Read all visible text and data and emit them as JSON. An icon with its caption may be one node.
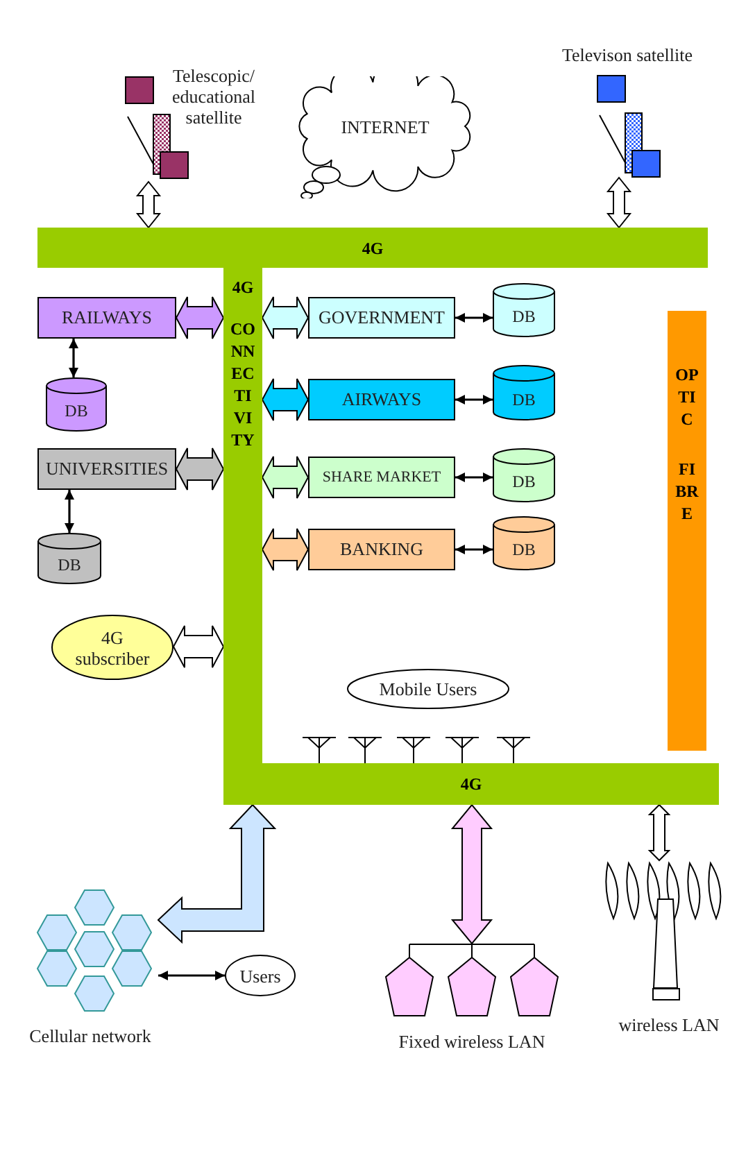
{
  "diagram": {
    "nodes": [
      {
        "text": [
          "4G"
        ]
      },
      {
        "text": [
          "4G",
          "CONNECTIVITY"
        ]
      },
      {
        "text": [
          "4G"
        ]
      },
      {
        "text": [
          "OPTIC",
          "FIBRE"
        ]
      },
      {
        "text": [],
        "shape": "picture",
        "beside": [
          "Telescopic/ educational satellite"
        ]
      },
      {
        "text": [],
        "shape": "picture",
        "beside": [
          "Televison satellite"
        ]
      },
      {
        "text": [
          "INTERNET"
        ]
      },
      {
        "text": [
          "RAILWAYS"
        ]
      },
      {
        "text": [
          "DB"
        ]
      },
      {
        "text": [
          "UNIVERSITIES"
        ]
      },
      {
        "text": [
          "DB"
        ]
      },
      {
        "text": [
          "GOVERNMENT"
        ]
      },
      {
        "text": [
          "DB"
        ]
      },
      {
        "text": [
          "AIRWAYS"
        ]
      },
      {
        "text": [
          "DB"
        ]
      },
      {
        "text": [
          "SHARE MARKET"
        ]
      },
      {
        "text": [
          "DB"
        ]
      },
      {
        "text": [
          "BANKING"
        ]
      },
      {
        "text": [
          "DB"
        ]
      },
      {
        "text": [
          "4G subscriber"
        ]
      },
      {
        "text": [
          "Mobile Users"
        ]
      },
      {
        "text": [
          "Cellular network"
        ]
      },
      {
        "text": [
          "Users"
        ]
      },
      {
        "text": [
          "Fixed wireless LAN"
        ]
      },
      {
        "text": [
          "wireless LAN"
        ]
      }
    ],
    "edges": [
      {
        "from": 4,
        "to": 0,
        "arrow": "both",
        "style": "thick",
        "color": "#ffffff"
      },
      {
        "from": 5,
        "to": 0,
        "arrow": "both",
        "style": "thick",
        "color": "#ffffff"
      },
      {
        "from": 7,
        "to": 1,
        "arrow": "both",
        "style": "thick",
        "color": "#cc99ff"
      },
      {
        "from": 7,
        "to": 8,
        "arrow": "both"
      },
      {
        "from": 9,
        "to": 1,
        "arrow": "both",
        "style": "thick",
        "color": "#c0c0c0"
      },
      {
        "from": 9,
        "to": 10,
        "arrow": "both"
      },
      {
        "from": 1,
        "to": 11,
        "arrow": "both",
        "style": "thick",
        "color": "#ccffff"
      },
      {
        "from": 11,
        "to": 12,
        "arrow": "both"
      },
      {
        "from": 1,
        "to": 13,
        "arrow": "both",
        "style": "thick",
        "color": "#00ccff"
      },
      {
        "from": 13,
        "to": 14,
        "arrow": "both"
      },
      {
        "from": 1,
        "to": 15,
        "arrow": "both",
        "style": "thick",
        "color": "#ccffcc"
      },
      {
        "from": 15,
        "to": 16,
        "arrow": "both"
      },
      {
        "from": 1,
        "to": 17,
        "arrow": "both",
        "style": "thick",
        "color": "#ffcc99"
      },
      {
        "from": 17,
        "to": 18,
        "arrow": "both"
      },
      {
        "from": 19,
        "to": 1,
        "arrow": "both",
        "style": "thick",
        "color": "#ffffff"
      },
      {
        "from": 21,
        "to": 2,
        "arrow": "both",
        "style": "thick",
        "color": "#cce5ff"
      },
      {
        "from": 21,
        "to": 22,
        "arrow": "both"
      },
      {
        "from": 2,
        "to": 23,
        "arrow": "both",
        "style": "thick",
        "color": "#ffccff"
      },
      {
        "from": 2,
        "to": 24,
        "arrow": "both",
        "style": "thick",
        "color": "#ffffff"
      }
    ]
  }
}
